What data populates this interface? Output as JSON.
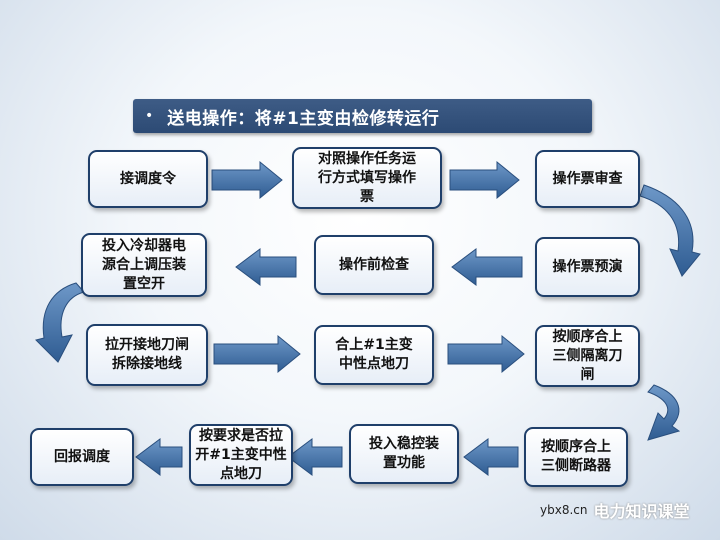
{
  "title": {
    "bullet": "•",
    "text": "送电操作：将#1主变由检修转运行"
  },
  "steps": [
    {
      "label": "接调度令"
    },
    {
      "label": "对照操作任务运行方式填写操作票"
    },
    {
      "label": "操作票审查"
    },
    {
      "label": "操作票预演"
    },
    {
      "label": "操作前检查"
    },
    {
      "label": "投入冷却器电源合上调压装置空开"
    },
    {
      "label": "拉开接地刀闸拆除接地线"
    },
    {
      "label": "合上#1主变中性点地刀"
    },
    {
      "label": "按顺序合上三侧隔离刀闸"
    },
    {
      "label": "按顺序合上三侧断路器"
    },
    {
      "label": "投入稳控装置功能"
    },
    {
      "label": "按要求是否拉开#1主变中性点地刀"
    },
    {
      "label": "回报调度"
    }
  ],
  "watermark": {
    "url": "ybx8.cn",
    "name": "电力知识课堂"
  },
  "colors": {
    "box_border": "#1f3f6a",
    "arrow_fill": "#4a77aa",
    "title_bg": "#2f4e78"
  }
}
